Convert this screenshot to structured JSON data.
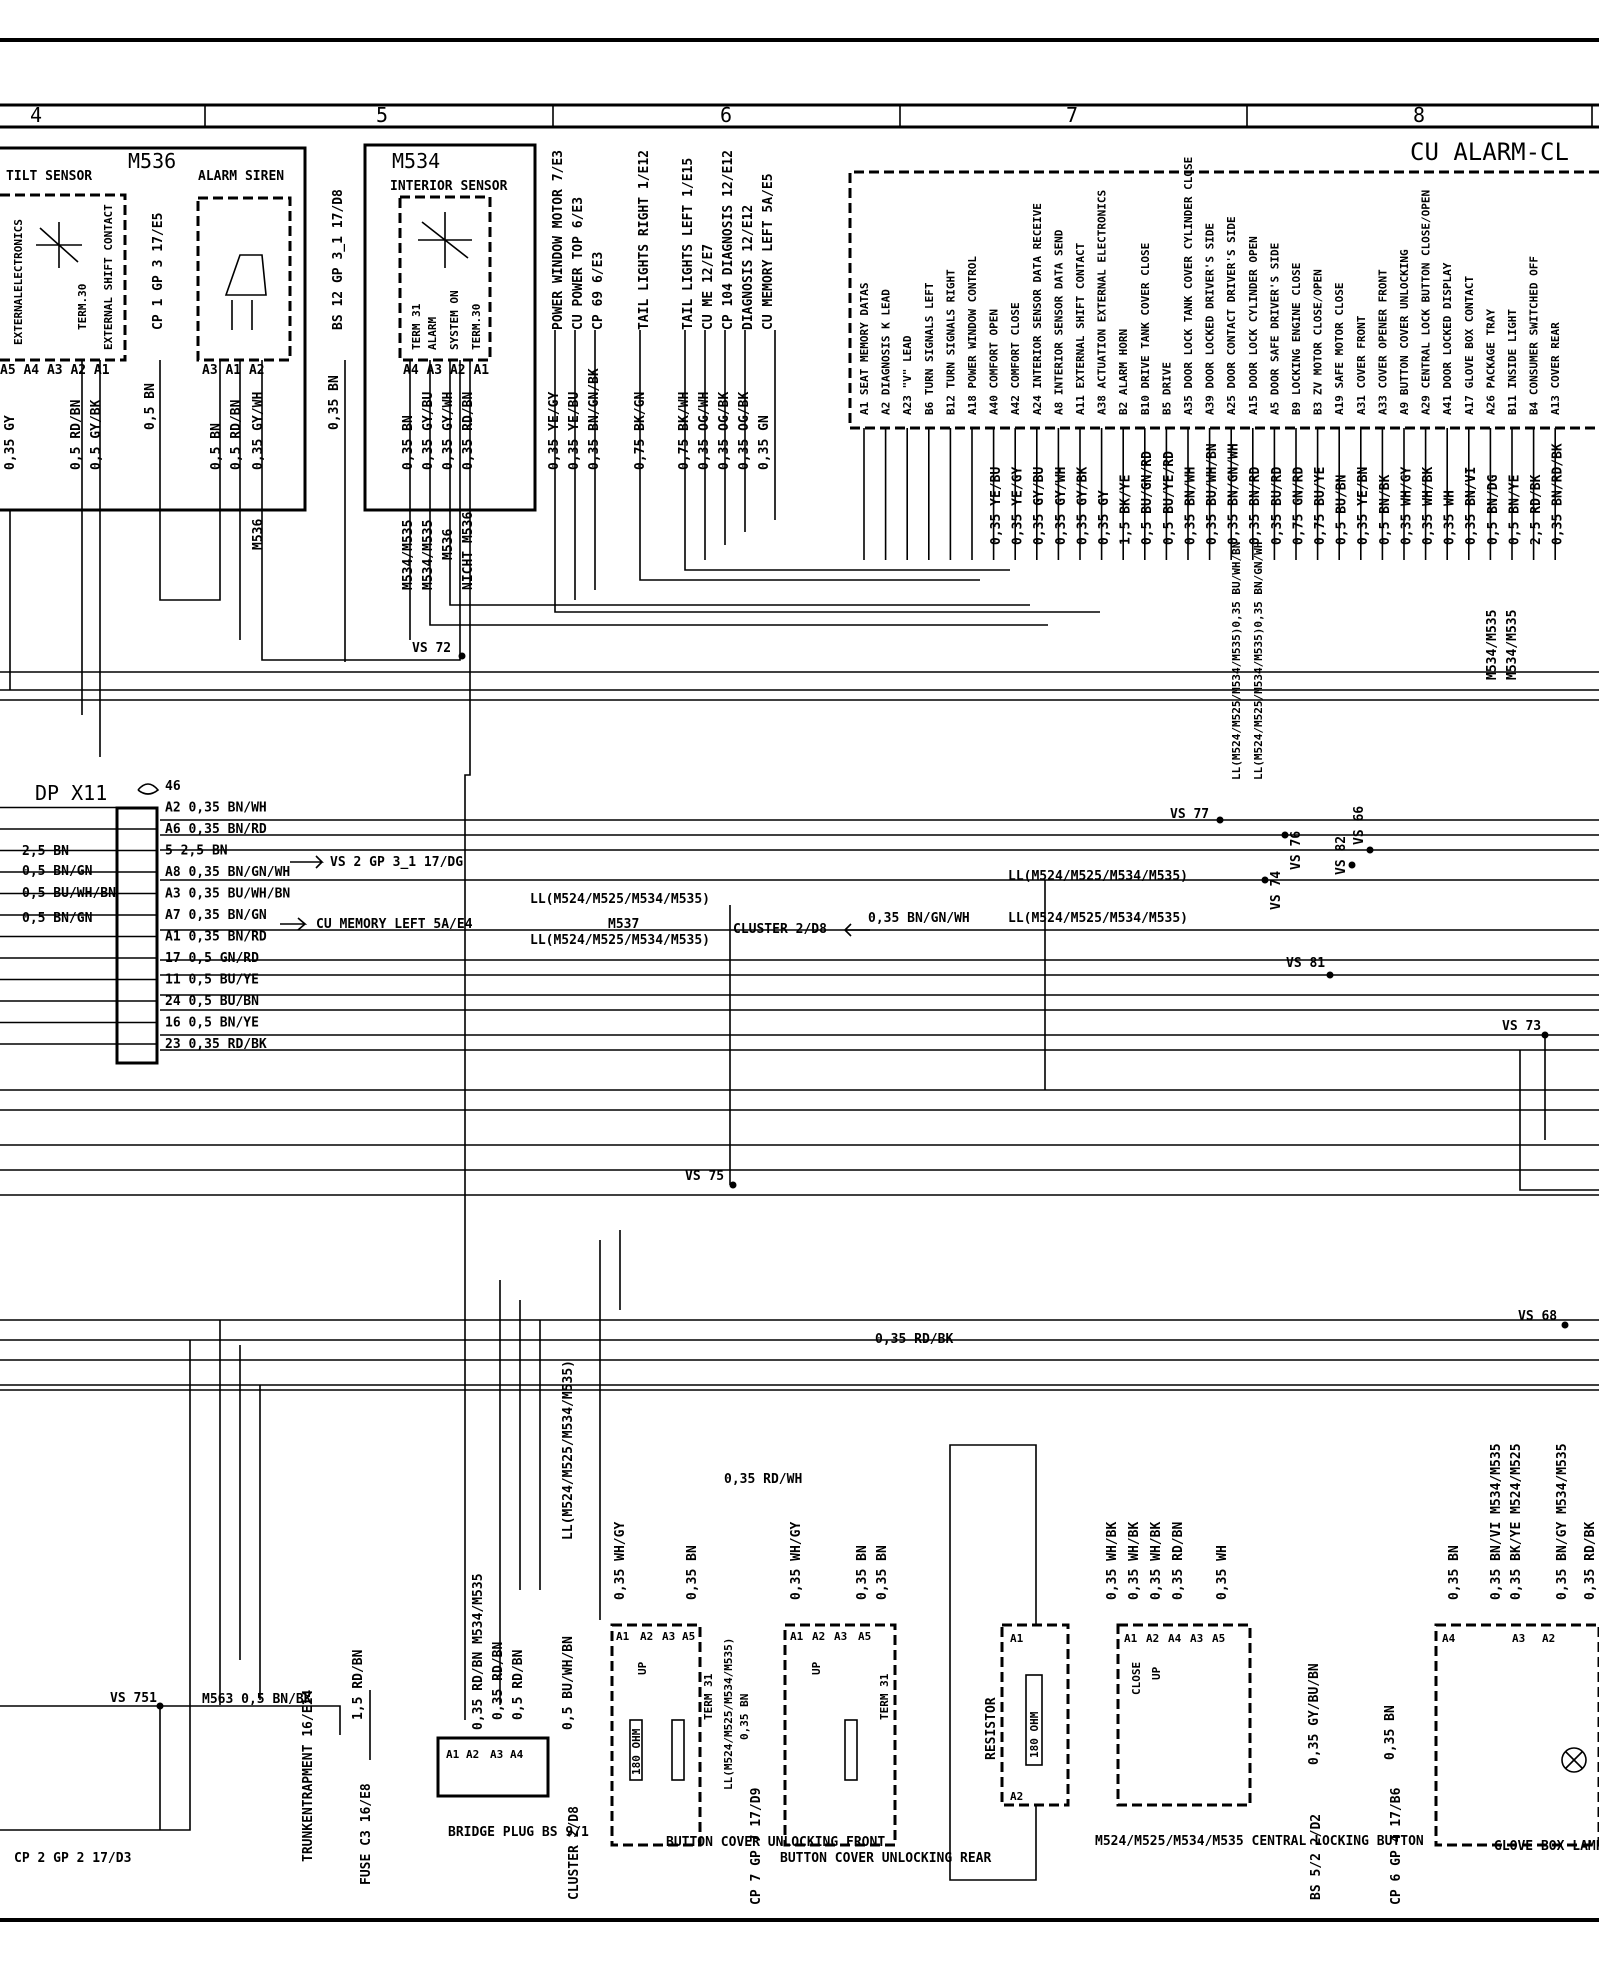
{
  "title": "CU ALARM-CL",
  "grid_columns": [
    "4",
    "5",
    "6",
    "7",
    "8"
  ],
  "components": {
    "m536": {
      "code": "M536",
      "tilt": "TILT SENSOR",
      "siren": "ALARM SIREN",
      "pins": [
        "EXTERNALELECTRONICS",
        "TERM.30",
        "EXTERNAL SHIFT CONTACT"
      ],
      "pin_ids": "A5 A4 A3 A2 A1",
      "siren_pins": "A3 A1 A2"
    },
    "m534": {
      "code": "M534",
      "name": "INTERIOR SENSOR",
      "pins": [
        "TERM 31",
        "ALARM",
        "SYSTEM ON",
        "TERM.30"
      ],
      "pin_ids": "A4 A3 A2 A1"
    },
    "dp": {
      "name": "DP X11"
    },
    "btn_front": {
      "name": "BUTTON COVER UNLOCKING FRONT",
      "pins": [
        "A1",
        "A2",
        "A3",
        "A5"
      ],
      "sw": "UP",
      "term": "TERM 31",
      "ohm": "180 OHM"
    },
    "btn_rear": {
      "name": "BUTTON COVER UNLOCKING REAR",
      "pins": [
        "A1",
        "A2",
        "A3",
        "A5"
      ],
      "sw": "UP",
      "term": "TERM 31"
    },
    "resistor": {
      "name": "RESISTOR",
      "ohm": "180 OHM",
      "pins": [
        "A1",
        "A2"
      ]
    },
    "clb": {
      "name": "M524/M525/M534/M535 CENTRAL LOCKING BUTTON",
      "pins": [
        "A1",
        "A2",
        "A4",
        "A3",
        "A5"
      ],
      "close": "CLOSE",
      "up": "UP"
    },
    "bridge": {
      "name": "BRIDGE PLUG BS 9/1",
      "pins": [
        "A1",
        "A2",
        "A3",
        "A4"
      ]
    },
    "glovebox": {
      "name": "GLOVE BOX LAMP",
      "pins": [
        "A4",
        "A3",
        "A2"
      ]
    }
  },
  "cu_pins": [
    {
      "pin": "A1",
      "label": "SEAT MEMORY DATAS"
    },
    {
      "pin": "A2",
      "label": "DIAGNOSIS K LEAD"
    },
    {
      "pin": "A23",
      "label": "\"V\" LEAD"
    },
    {
      "pin": "B6",
      "label": "TURN SIGNALS LEFT"
    },
    {
      "pin": "B12",
      "label": "TURN SIGNALS RIGHT"
    },
    {
      "pin": "A18",
      "label": "POWER WINDOW CONTROL"
    },
    {
      "pin": "A40",
      "label": "COMFORT OPEN"
    },
    {
      "pin": "A42",
      "label": "COMFORT CLOSE"
    },
    {
      "pin": "A24",
      "label": "INTERIOR SENSOR DATA RECEIVE"
    },
    {
      "pin": "A8",
      "label": "INTERIOR SENSOR DATA SEND"
    },
    {
      "pin": "A11",
      "label": "EXTERNAL SHIFT CONTACT"
    },
    {
      "pin": "A38",
      "label": "ACTUATION EXTERNAL ELECTRONICS"
    },
    {
      "pin": "B2",
      "label": "ALARM HORN"
    },
    {
      "pin": "B10",
      "label": "DRIVE TANK COVER CLOSE"
    },
    {
      "pin": "B5",
      "label": "DRIVE"
    },
    {
      "pin": "A35",
      "label": "DOOR LOCK TANK COVER CYLINDER CLOSE"
    },
    {
      "pin": "A39",
      "label": "DOOR LOCKED DRIVER'S SIDE"
    },
    {
      "pin": "A25",
      "label": "DOOR CONTACT DRIVER'S SIDE"
    },
    {
      "pin": "A15",
      "label": "DOOR LOCK CYLINDER OPEN"
    },
    {
      "pin": "A5",
      "label": "DOOR SAFE DRIVER'S SIDE"
    },
    {
      "pin": "B9",
      "label": "LOCKING ENGINE CLOSE"
    },
    {
      "pin": "B3",
      "label": "ZV MOTOR CLOSE/OPEN"
    },
    {
      "pin": "A19",
      "label": "SAFE MOTOR CLOSE"
    },
    {
      "pin": "A31",
      "label": "COVER FRONT"
    },
    {
      "pin": "A33",
      "label": "COVER OPENER FRONT"
    },
    {
      "pin": "A9",
      "label": "BUTTON COVER UNLOCKING"
    },
    {
      "pin": "A29",
      "label": "CENTRAL LOCK BUTTON CLOSE/OPEN"
    },
    {
      "pin": "A41",
      "label": "DOOR LOCKED DISPLAY"
    },
    {
      "pin": "A17",
      "label": "GLOVE BOX CONTACT"
    },
    {
      "pin": "A26",
      "label": "PACKAGE TRAY"
    },
    {
      "pin": "B11",
      "label": "INSIDE LIGHT"
    },
    {
      "pin": "B4",
      "label": "CONSUMER SWITCHED OFF"
    },
    {
      "pin": "A13",
      "label": "COVER REAR"
    }
  ],
  "cu_wires": [
    "0,35 YE/BU",
    "0,35 YE/GY",
    "0,35 GY/BU",
    "0,35 GY/WH",
    "0,35 GY/BK",
    "0,35 GY",
    "1,5 BK/YE",
    "0,5 BU/GN/RD",
    "0,5 BU/YE/RD",
    "0,35 BN/WH",
    "0,35 BU/WH/BN",
    "0,35 BN/GN/WH",
    "0,35 BN/RD",
    "0,35 BU/RD",
    "0,75 GN/RD",
    "0,75 BU/YE",
    "0,5 BU/BN",
    "0,35 YE/BN",
    "0,5 BN/BK",
    "0,35 WH/GY",
    "0,35 WH/BK",
    "0,35 WH",
    "0,35 BN/VI",
    "0,5 BN/DG",
    "0,5 BN/YE",
    "2,5 RD/BK",
    "0,35 BN/RD/BK"
  ],
  "conn_labels": [
    {
      "label": "POWER WINDOW MOTOR 7/E3"
    },
    {
      "label": "CU POWER TOP 6/E3"
    },
    {
      "label": "CP 69 6/E3"
    },
    {
      "label": "TAIL LIGHTS RIGHT 1/E12"
    },
    {
      "label": "TAIL LIGHTS LEFT 1/E15"
    },
    {
      "label": "CU ME 12/E7"
    },
    {
      "label": "CP 104 DIAGNOSIS 12/E12"
    },
    {
      "label": "DIAGNOSIS 12/E12"
    },
    {
      "label": "CU MEMORY LEFT 5A/E5"
    },
    {
      "label": "CP 1 GP 3 17/E5"
    },
    {
      "label": "BS 12 GP 3_1 17/D8"
    }
  ],
  "mid_wires": [
    "0,35 YE/GY",
    "0,35 YE/BU",
    "0,35 BN/GN/BK",
    "0,75 BK/GN",
    "0,75 BK/WH",
    "0,35 OG/WH",
    "0,35 OG/BK",
    "0,35 OG/BK",
    "0,35 GN"
  ],
  "m536_wires": [
    "0,35 GY",
    "0,5 RD/BN",
    "0,5 GY/BK",
    "0,5 BN",
    "0,5 BN",
    "0,5 RD/BN",
    "0,35 GY/WH",
    "M536"
  ],
  "m534_wires": [
    "0,35 BN",
    "0,35 BN",
    "0,35 GY/BU",
    "0,35 GY/WH",
    "0,35 RD/BN",
    "M534/M535",
    "M534/M535",
    "M536",
    "NICHT M536"
  ],
  "dp_rows": [
    {
      "pin": "46",
      "wire": ""
    },
    {
      "pin": "A2",
      "wire": "0,35 BN/WH"
    },
    {
      "pin": "A6",
      "wire": "0,35 BN/RD"
    },
    {
      "pin": "5",
      "wire": "2,5 BN"
    },
    {
      "pin": "A8",
      "wire": "0,35 BN/GN/WH"
    },
    {
      "pin": "A3",
      "wire": "0,35 BU/WH/BN"
    },
    {
      "pin": "A7",
      "wire": "0,35 BN/GN"
    },
    {
      "pin": "A1",
      "wire": "0,35 BN/RD"
    },
    {
      "pin": "17",
      "wire": "0,5 GN/RD"
    },
    {
      "pin": "11",
      "wire": "0,5 BU/YE"
    },
    {
      "pin": "24",
      "wire": "0,5 BU/BN"
    },
    {
      "pin": "16",
      "wire": "0,5 BN/YE"
    },
    {
      "pin": "23",
      "wire": "0,35 RD/BK"
    }
  ],
  "dp_left": [
    "2,5 BN",
    "0,5 BN/GN",
    "0,5 BU/WH/BN",
    "0,5 BN/GN"
  ],
  "dp_refs": {
    "vs2": "VS 2 GP 3_1 17/DG",
    "memory": "CU MEMORY LEFT 5A/E4"
  },
  "splices": [
    "VS 72",
    "VS 77",
    "VS 76",
    "VS 66",
    "VS 82",
    "VS 74",
    "VS 81",
    "VS 73",
    "VS 75",
    "VS 68",
    "VS 751"
  ],
  "ll_labels": [
    "LL(M524/M525/M534/M535)",
    "LL(M524/M525/M534/M535)",
    "LL(M524/M525/M534/M535)",
    "LL(M524/M525/M534/M535)"
  ],
  "m537": "M537",
  "cluster": "CLUSTER 2/D8",
  "cluster_wire": "0,35 BN/GN/WH",
  "ll_vertical": [
    "LL(M524/M525/M534/M535)0,35 BU/WH/BN",
    "LL(M524/M525/M534/M535)0,35 BN/GN/WH"
  ],
  "m534_m535": [
    "M534/M535",
    "M534/M535"
  ],
  "bottom": {
    "rdbk": "0,35 RD/BK",
    "rdwh": "0,35 RD/WH",
    "m563": "M563 0,5 BN/BK",
    "cp2": "CP 2 GP 2 17/D3",
    "trunk": "TRUNKENTRAPMENT 16/E14",
    "fuse": "FUSE C3 16/E8",
    "fuse_wire": "1,5 RD/BN",
    "bridge_wires": "0,35 RD/BN M534/M535",
    "bridge_w2": "0,35 RD/BN",
    "bridge_w3": "0,5 RD/BN",
    "ll_bot": "LL(M524/M525/M534/M535)",
    "buwhbn": "0,5 BU/WH/BN",
    "cluster": "CLUSTER 2/D8",
    "front_wires": [
      "0,35 WH/GY",
      "0,35 BN"
    ],
    "front_ll": "LL(M524/M525/M534/M535)",
    "front_bn": "0,35 BN",
    "cp7": "CP 7 GP 7 17/D9",
    "rear_wires": [
      "0,35 WH/GY",
      "0,35 BN",
      "0,35 BN"
    ],
    "clb_wires": [
      "0,35 WH/BK",
      "0,35 WH/BK",
      "0,35 WH/BK",
      "0,35 RD/BN",
      "0,35 WH"
    ],
    "bs5": "BS 5/2 2/D2",
    "bs5_wire": "0,35 GY/BU/BN",
    "cp6": "CP 6 GP 4 17/B6",
    "cp6_wire": "0,35 BN",
    "gb_wires": [
      "0,35 BN",
      "0,35 BN/VI M534/M535",
      "0,35 BK/YE M524/M525",
      "0,35 BN/GY M534/M535",
      "0,35 RD/BK"
    ]
  }
}
